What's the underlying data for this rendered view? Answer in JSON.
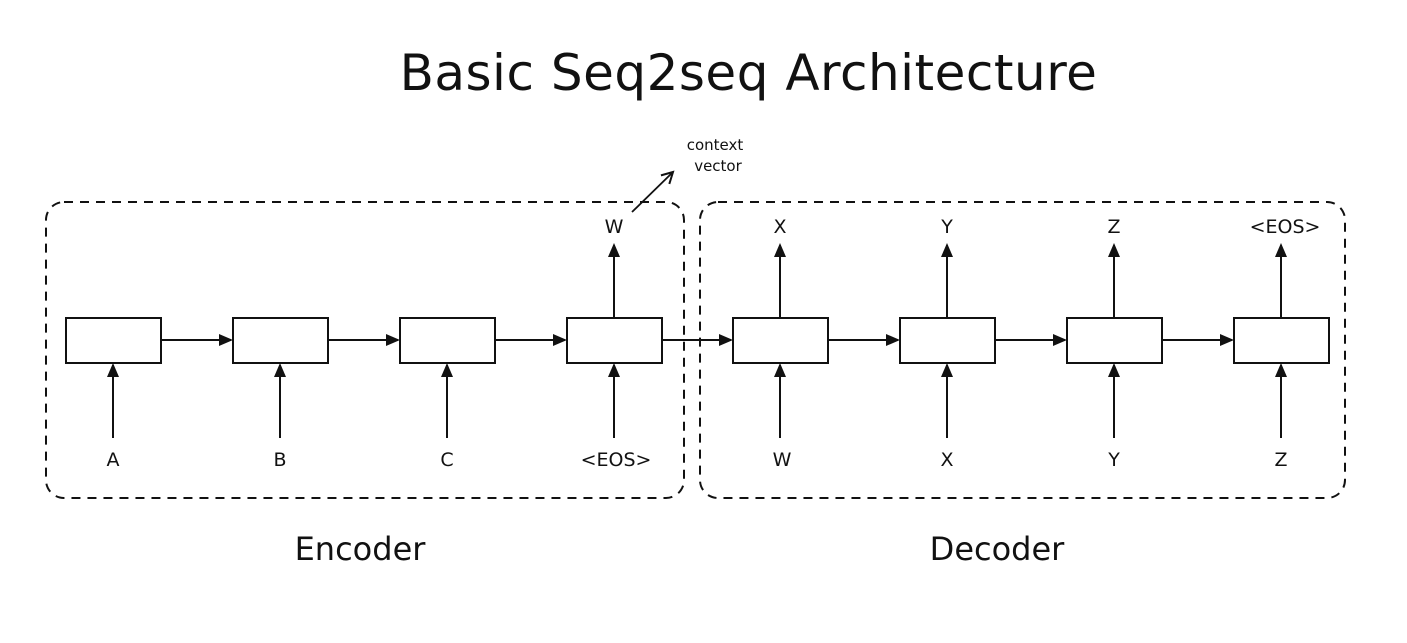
{
  "title": "Basic Seq2seq Architecture",
  "annotation": {
    "line1": "context",
    "line2": "vector"
  },
  "encoder": {
    "label": "Encoder",
    "inputs": [
      "A",
      "B",
      "C",
      "<EOS>"
    ],
    "output": "W"
  },
  "decoder": {
    "label": "Decoder",
    "inputs": [
      "W",
      "X",
      "Y",
      "Z"
    ],
    "outputs": [
      "X",
      "Y",
      "Z",
      "<EOS>"
    ]
  },
  "colors": {
    "stroke": "#111111",
    "background": "#ffffff"
  }
}
